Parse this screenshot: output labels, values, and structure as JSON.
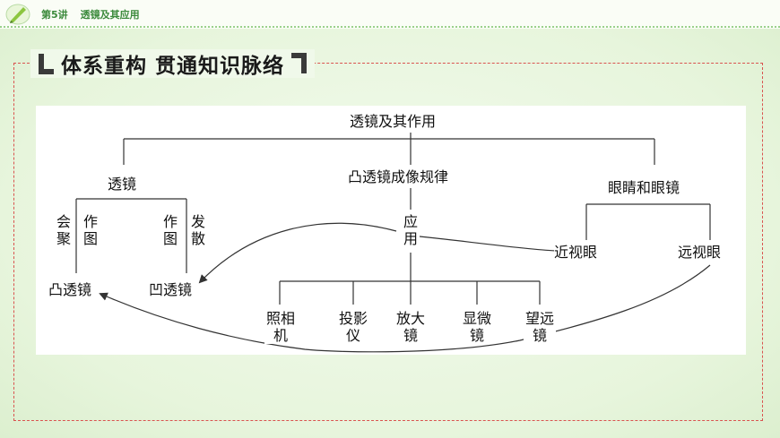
{
  "header": {
    "lesson_no": "第5讲",
    "lesson_title": "透镜及其应用"
  },
  "section_title": "体系重构   贯通知识脉络",
  "diagram": {
    "root": "透镜及其作用",
    "lens": "透镜",
    "rule": "凸透镜成像规律",
    "eye": "眼睛和眼镜",
    "converge_action": "会聚",
    "draw_left": "作图",
    "draw_right": "作图",
    "diverge_action": "发散",
    "application": "应用",
    "myopia": "近视眼",
    "hyperopia": "远视眼",
    "convex_lens": "凸透镜",
    "concave_lens": "凹透镜",
    "camera": "照相机",
    "projector": "投影仪",
    "magnifier": "放大镜",
    "microscope": "显微镜",
    "telescope": "望远镜"
  },
  "colors": {
    "accent_green": "#3c8a3c",
    "dashed_border": "#d9534f",
    "line": "#333333"
  }
}
